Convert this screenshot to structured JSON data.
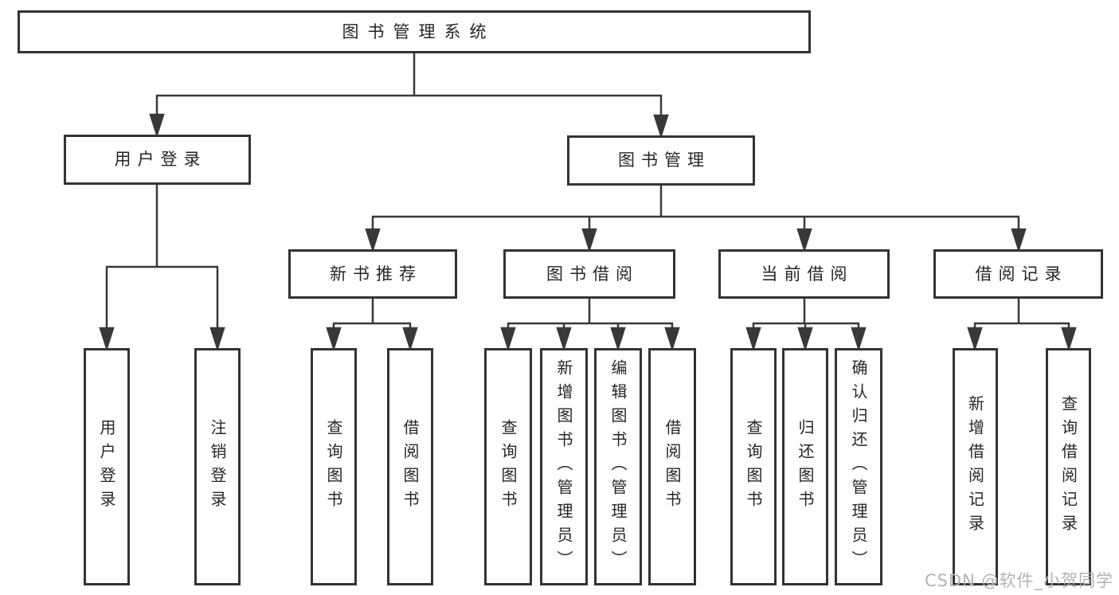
{
  "tree": {
    "root": "图书管理系统",
    "children": [
      {
        "label": "用户登录",
        "children": [
          "用户登录",
          "注销登录"
        ]
      },
      {
        "label": "图书管理",
        "children": [
          {
            "label": "新书推荐",
            "children": [
              "查询图书",
              "借阅图书"
            ]
          },
          {
            "label": "图书借阅",
            "children": [
              "查询图书",
              "新增图书（管理员）",
              "编辑图书（管理员）",
              "借阅图书"
            ]
          },
          {
            "label": "当前借阅",
            "children": [
              "查询图书",
              "归还图书",
              "确认归还（管理员）"
            ]
          },
          {
            "label": "借阅记录",
            "children": [
              "新增借阅记录",
              "查询借阅记录"
            ]
          }
        ]
      }
    ]
  },
  "watermark": {
    "text": "CSDN @软件_小贺同学"
  },
  "colors": {
    "line": "#383838",
    "box_border": "#333333",
    "text": "#262626",
    "watermark": "#b3b3b3",
    "background": "#ffffff"
  }
}
